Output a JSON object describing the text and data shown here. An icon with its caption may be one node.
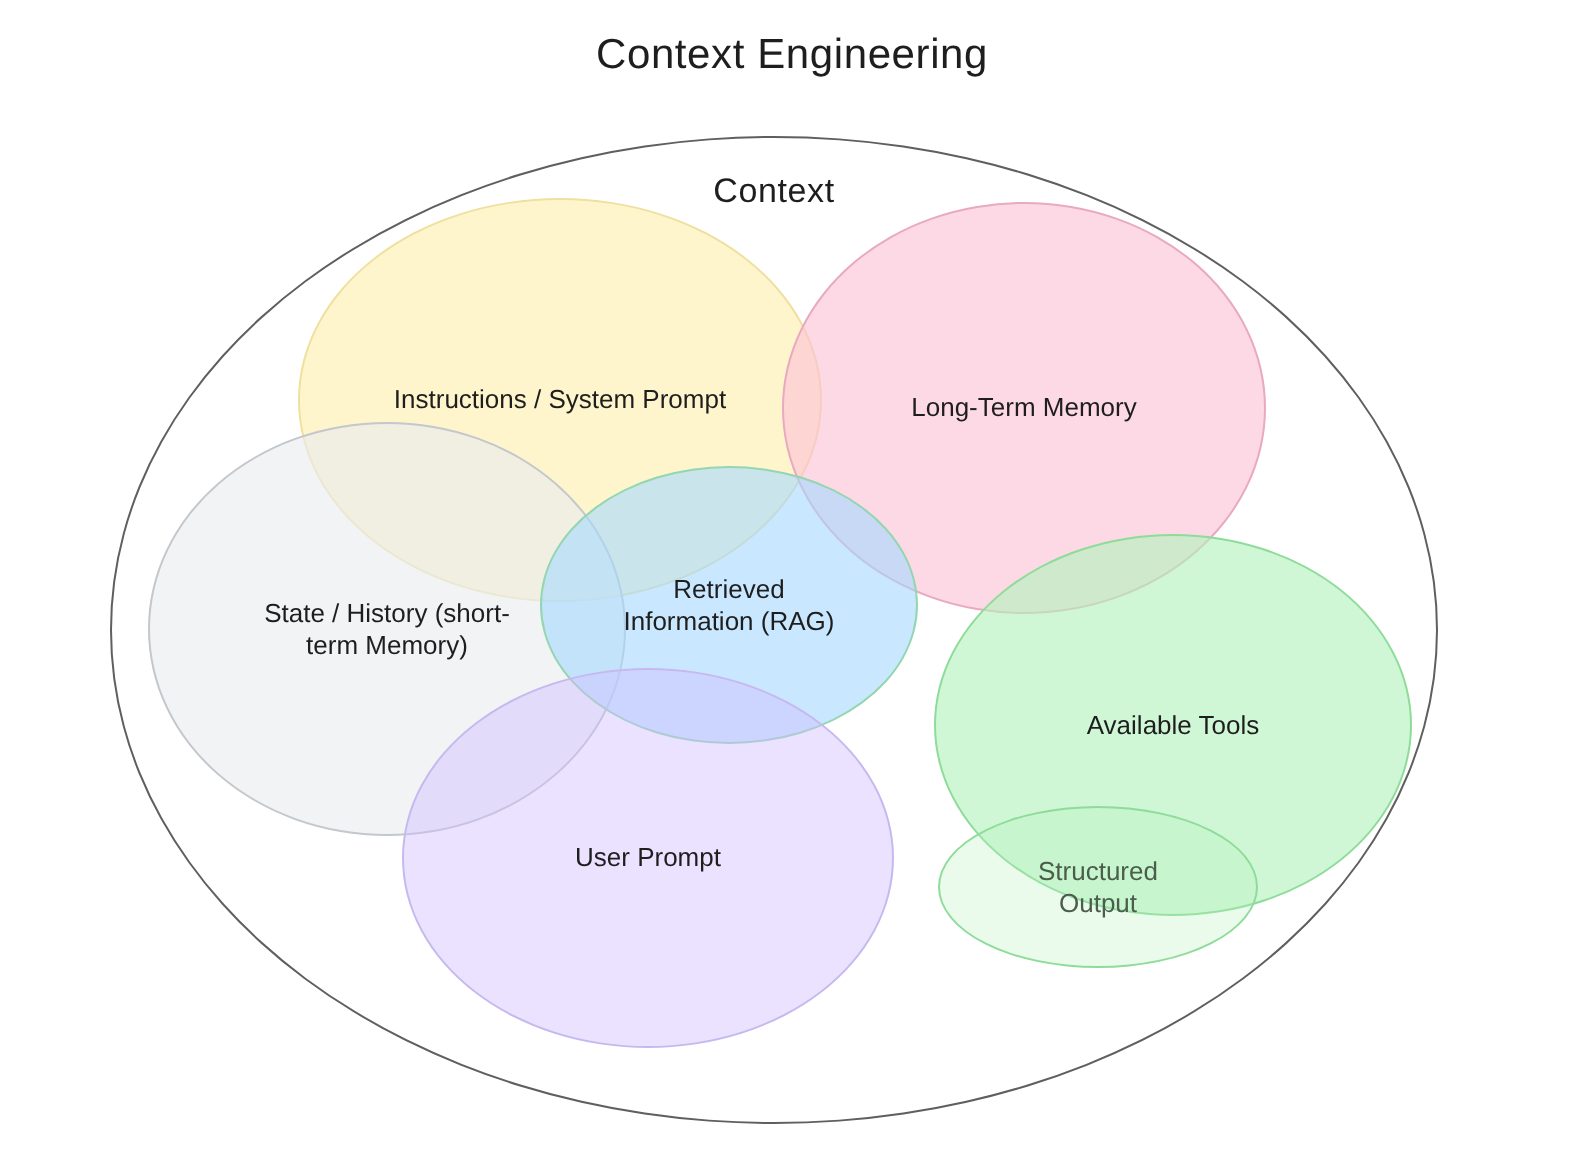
{
  "diagram": {
    "title": "Context Engineering",
    "nodes": [
      {
        "text": [
          "Context"
        ]
      },
      {
        "text": [
          "Instructions / System Prompt"
        ],
        "in": 0
      },
      {
        "text": [
          "Long-Term Memory"
        ],
        "in": 0
      },
      {
        "text": [
          "State / History (short-term Memory)"
        ],
        "in": 0
      },
      {
        "text": [
          "Retrieved Information (RAG)"
        ],
        "in": 0
      },
      {
        "text": [
          "Available Tools"
        ],
        "in": 0
      },
      {
        "text": [
          "User Prompt"
        ],
        "in": 0
      },
      {
        "text": [
          "Structured Output"
        ],
        "in": 0
      }
    ]
  }
}
